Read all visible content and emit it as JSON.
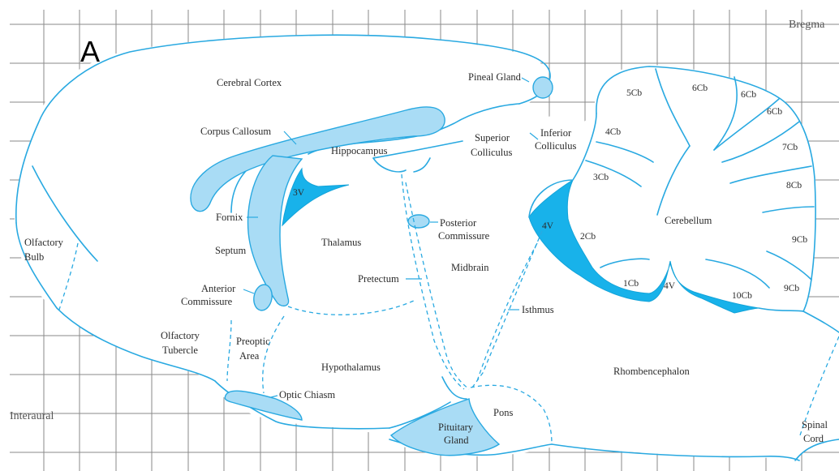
{
  "panel_letter": "A",
  "references": {
    "top": "Bregma",
    "left": "Interaural"
  },
  "labels": {
    "cerebral_cortex": "Cerebral Cortex",
    "pineal_gland": "Pineal Gland",
    "corpus_callosum": "Corpus Callosum",
    "hippocampus": "Hippocampus",
    "superior_colliculus": [
      "Superior",
      "Colliculus"
    ],
    "inferior_colliculus": [
      "Inferior",
      "Colliculus"
    ],
    "third_ventricle": "3V",
    "fornix": "Fornix",
    "septum": "Septum",
    "thalamus": "Thalamus",
    "posterior_commissure": [
      "Posterior",
      "Commissure"
    ],
    "midbrain": "Midbrain",
    "pretectum": "Pretectum",
    "olfactory_bulb": [
      "Olfactory",
      "Bulb"
    ],
    "anterior_commissure": [
      "Anterior",
      "Commissure"
    ],
    "olfactory_tubercle": [
      "Olfactory",
      "Tubercle"
    ],
    "preoptic_area": [
      "Preoptic",
      "Area"
    ],
    "hypothalamus": "Hypothalamus",
    "optic_chiasm": "Optic Chiasm",
    "isthmus": "Isthmus",
    "fourth_ventricle": "4V",
    "fourth_ventricle_lower": "4V",
    "pituitary_gland": [
      "Pituitary",
      "Gland"
    ],
    "pons": "Pons",
    "rhombencephalon": "Rhombencephalon",
    "spinal_cord": [
      "Spinal",
      "Cord"
    ],
    "cerebellum": "Cerebellum",
    "lobules": [
      "1Cb",
      "2Cb",
      "3Cb",
      "4Cb",
      "5Cb",
      "6Cb",
      "6Cb",
      "6Cb",
      "7Cb",
      "8Cb",
      "9Cb",
      "9Cb",
      "10Cb"
    ]
  },
  "colors": {
    "outline": "#29a9e1",
    "tract_fill": "#a9dcf5",
    "ventricle_fill": "#18b2ea",
    "grid": "#8a8a8a"
  }
}
